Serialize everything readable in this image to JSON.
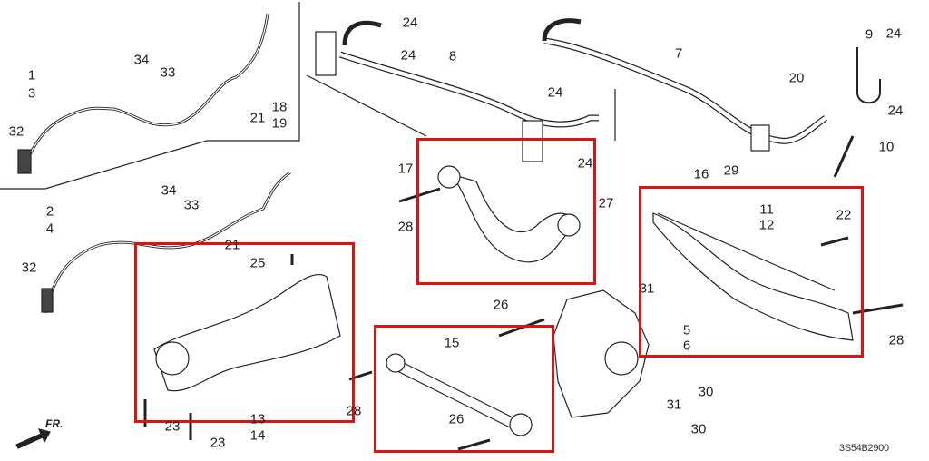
{
  "diagram_code": "3S54B2900",
  "direction_label": "FR.",
  "highlight_color": "#d81414",
  "labels": [
    "1",
    "3",
    "32",
    "34",
    "33",
    "21",
    "18",
    "19",
    "2",
    "4",
    "32",
    "34",
    "33",
    "21",
    "25",
    "24",
    "24",
    "8",
    "24",
    "24",
    "7",
    "9",
    "24",
    "24",
    "20",
    "10",
    "16",
    "29",
    "11",
    "12",
    "22",
    "17",
    "28",
    "27",
    "31",
    "26",
    "5",
    "6",
    "28",
    "15",
    "30",
    "31",
    "30",
    "26",
    "28",
    "13",
    "14",
    "23",
    "23"
  ]
}
